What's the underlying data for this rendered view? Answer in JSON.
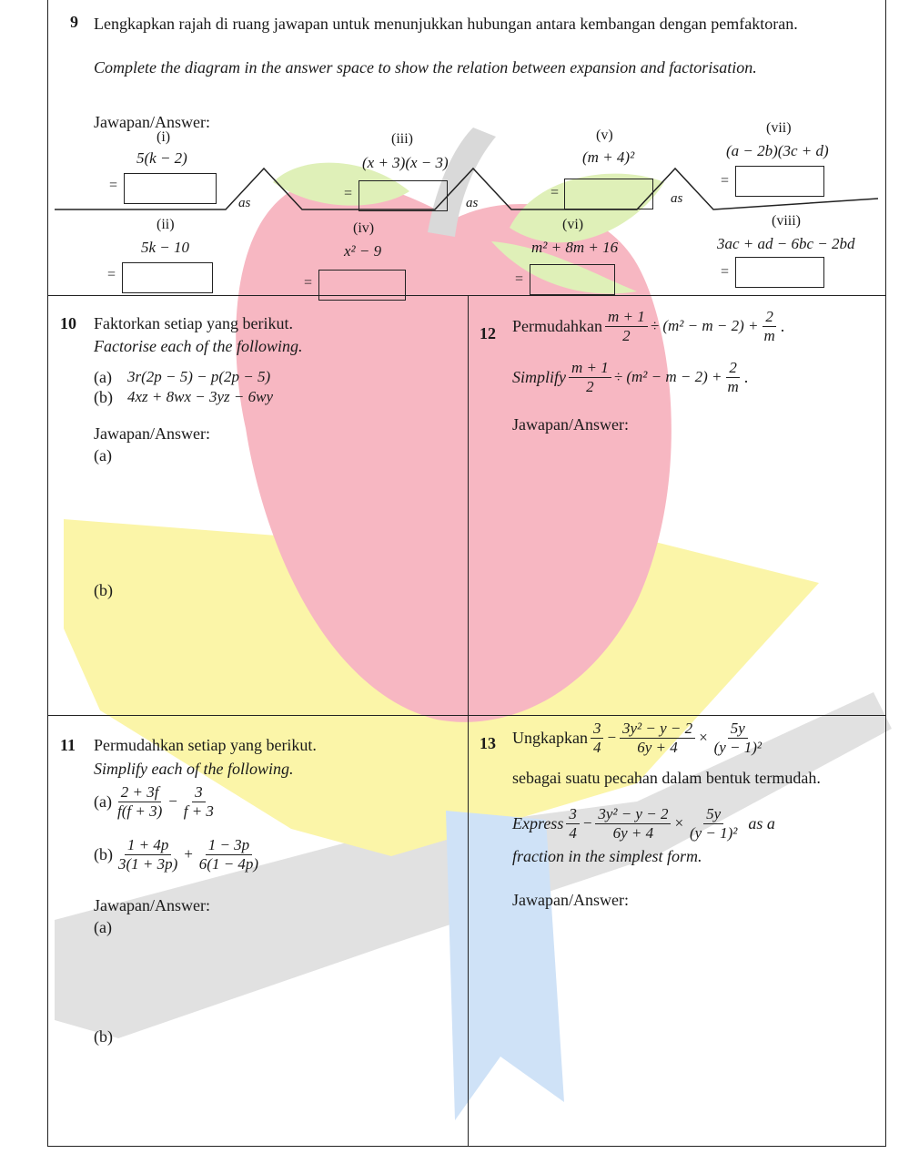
{
  "q9": {
    "number": "9",
    "malay": "Lengkapkan rajah di ruang jawapan untuk menunjukkan hubungan antara kembangan dengan pemfaktoran.",
    "english": "Complete the diagram in the answer space to show the relation between expansion and factorisation.",
    "answer_label": "Jawapan/Answer:",
    "items": [
      {
        "roman": "(i)",
        "expr": "5(k − 2)"
      },
      {
        "roman": "(ii)",
        "expr": "5k − 10"
      },
      {
        "roman": "(iii)",
        "expr": "(x + 3)(x − 3)"
      },
      {
        "roman": "(iv)",
        "expr": "x² − 9"
      },
      {
        "roman": "(v)",
        "expr": "(m + 4)²"
      },
      {
        "roman": "(vi)",
        "expr": "m² + 8m + 16"
      },
      {
        "roman": "(vii)",
        "expr": "(a − 2b)(3c + d)"
      },
      {
        "roman": "(viii)",
        "expr": "3ac + ad − 6bc − 2bd"
      }
    ],
    "equals": "=",
    "as_label": "as"
  },
  "q10": {
    "number": "10",
    "malay": "Faktorkan setiap yang berikut.",
    "english": "Factorise each of the following.",
    "part_a_label": "(a)",
    "part_a": "3r(2p − 5) − p(2p − 5)",
    "part_b_label": "(b)",
    "part_b": "4xz + 8wx − 3yz − 6wy",
    "answer_label": "Jawapan/Answer:",
    "ans_a": "(a)",
    "ans_b": "(b)"
  },
  "q11": {
    "number": "11",
    "malay": "Permudahkan setiap yang berikut.",
    "english": "Simplify each of the following.",
    "part_a_label": "(a)",
    "a_f1_num": "2 + 3f",
    "a_f1_den": "f(f + 3)",
    "a_op": "−",
    "a_f2_num": "3",
    "a_f2_den": "f + 3",
    "part_b_label": "(b)",
    "b_f1_num": "1 + 4p",
    "b_f1_den": "3(1 + 3p)",
    "b_op": "+",
    "b_f2_num": "1 − 3p",
    "b_f2_den": "6(1 − 4p)",
    "answer_label": "Jawapan/Answer:",
    "ans_a": "(a)",
    "ans_b": "(b)"
  },
  "q12": {
    "number": "12",
    "malay_word": "Permudahkan",
    "english_word": "Simplify",
    "f1_num": "m + 1",
    "f1_den": "2",
    "mid": "÷ (m² − m − 2) +",
    "f2_num": "2",
    "f2_den": "m",
    "end": ".",
    "answer_label": "Jawapan/Answer:"
  },
  "q13": {
    "number": "13",
    "malay_word": "Ungkapkan",
    "f1_num": "3",
    "f1_den": "4",
    "op1": "−",
    "f2_num": "3y² − y − 2",
    "f2_den": "6y + 4",
    "op2": "×",
    "f3_num": "5y",
    "f3_den": "(y − 1)²",
    "malay_tail": "sebagai suatu pecahan dalam bentuk termudah.",
    "english_word": "Express",
    "english_as": "as a",
    "english_tail": "fraction in the simplest form.",
    "answer_label": "Jawapan/Answer:"
  },
  "colors": {
    "apple_red": "#f7b7c2",
    "leaf_green": "#dff0b8",
    "book_yellow": "#fbf5a8",
    "book_blue": "#cfe2f7",
    "stem_grey": "#d9d9d9"
  }
}
